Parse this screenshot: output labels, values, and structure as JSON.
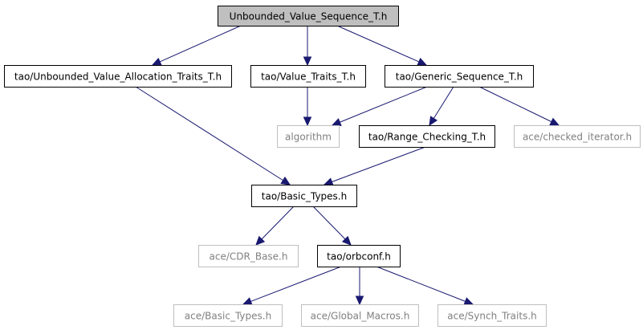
{
  "nodes": [
    {
      "id": "root",
      "label": "Unbounded_Value_Sequence_T.h",
      "style": "root"
    },
    {
      "id": "alloc",
      "label": "tao/Unbounded_Value_Allocation_Traits_T.h",
      "style": "normal"
    },
    {
      "id": "vtraits",
      "label": "tao/Value_Traits_T.h",
      "style": "normal"
    },
    {
      "id": "generic",
      "label": "tao/Generic_Sequence_T.h",
      "style": "normal"
    },
    {
      "id": "algorithm",
      "label": "algorithm",
      "style": "external"
    },
    {
      "id": "range",
      "label": "tao/Range_Checking_T.h",
      "style": "normal"
    },
    {
      "id": "checked",
      "label": "ace/checked_iterator.h",
      "style": "external"
    },
    {
      "id": "basic",
      "label": "tao/Basic_Types.h",
      "style": "normal"
    },
    {
      "id": "cdr",
      "label": "ace/CDR_Base.h",
      "style": "external"
    },
    {
      "id": "orbconf",
      "label": "tao/orbconf.h",
      "style": "normal"
    },
    {
      "id": "acebasic",
      "label": "ace/Basic_Types.h",
      "style": "external"
    },
    {
      "id": "macros",
      "label": "ace/Global_Macros.h",
      "style": "external"
    },
    {
      "id": "synch",
      "label": "ace/Synch_Traits.h",
      "style": "external"
    }
  ],
  "edges": [
    {
      "from": "root",
      "to": "alloc"
    },
    {
      "from": "root",
      "to": "vtraits"
    },
    {
      "from": "root",
      "to": "generic"
    },
    {
      "from": "alloc",
      "to": "basic"
    },
    {
      "from": "vtraits",
      "to": "algorithm"
    },
    {
      "from": "generic",
      "to": "algorithm"
    },
    {
      "from": "generic",
      "to": "range"
    },
    {
      "from": "generic",
      "to": "checked"
    },
    {
      "from": "range",
      "to": "basic"
    },
    {
      "from": "basic",
      "to": "cdr"
    },
    {
      "from": "basic",
      "to": "orbconf"
    },
    {
      "from": "orbconf",
      "to": "acebasic"
    },
    {
      "from": "orbconf",
      "to": "macros"
    },
    {
      "from": "orbconf",
      "to": "synch"
    }
  ],
  "colors": {
    "edge": "#191970",
    "root_fill": "#bfbfbf",
    "normal_stroke": "#000000",
    "external_stroke": "#bfbfbf",
    "external_text": "#808080",
    "text": "#000000"
  }
}
